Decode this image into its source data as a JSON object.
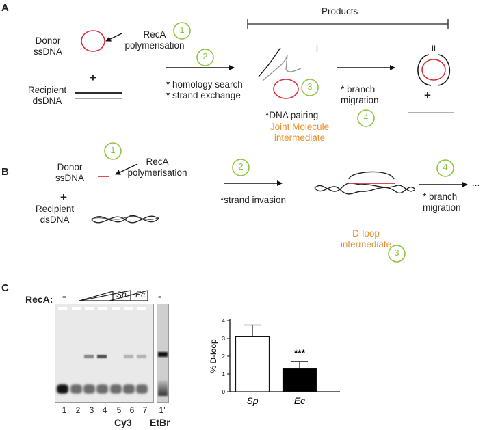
{
  "panel_a": {
    "letter": "A",
    "products_label": "Products",
    "donor": [
      "Donor",
      "ssDNA"
    ],
    "recipient": [
      "Recipient",
      "dsDNA"
    ],
    "plus": "+",
    "reca": [
      "RecA",
      "polymerisation"
    ],
    "step1": "1",
    "step2": "2",
    "step3": "3",
    "step4": "4",
    "search": [
      "* homology search",
      "* strand exchange"
    ],
    "product_i": "i",
    "product_ii": "ii",
    "pairing": "*DNA pairing",
    "joint": [
      "Joint Molecule",
      "intermediate"
    ],
    "branch": [
      "* branch",
      "migration"
    ]
  },
  "panel_b": {
    "letter": "B",
    "donor": [
      "Donor",
      "ssDNA"
    ],
    "recipient": [
      "Recipient",
      "dsDNA"
    ],
    "plus": "+",
    "reca": [
      "RecA",
      "polymerisation"
    ],
    "step1": "1",
    "step2": "2",
    "step3": "3",
    "step4": "4",
    "invasion": "*strand invasion",
    "dloop": [
      "D-loop",
      "intermediate"
    ],
    "branch": [
      "* branch",
      "migration"
    ],
    "ellipsis": "..."
  },
  "panel_c": {
    "letter": "C",
    "reca": "RecA:",
    "minus": "-",
    "sp": "Sp",
    "ec": "Ec",
    "lanes": [
      "1",
      "2",
      "3",
      "4",
      "5",
      "6",
      "7"
    ],
    "lane_etbr": "1'",
    "cy3": "Cy3",
    "etbr": "EtBr",
    "etbr_minus": "-"
  },
  "chart_data": {
    "type": "bar",
    "categories": [
      "Sp",
      "Ec"
    ],
    "values": [
      3.1,
      1.3
    ],
    "errors": [
      0.65,
      0.4
    ],
    "ylabel": "% D-loop",
    "ylim": [
      0,
      4
    ],
    "yticks": [
      "0",
      "1",
      "2",
      "3",
      "4"
    ],
    "significance": "***",
    "bar_colors": [
      "#ffffff",
      "#000000"
    ]
  },
  "colors": {
    "green": "#8cc63f",
    "red": "#d9303a",
    "orange": "#e8922e"
  }
}
